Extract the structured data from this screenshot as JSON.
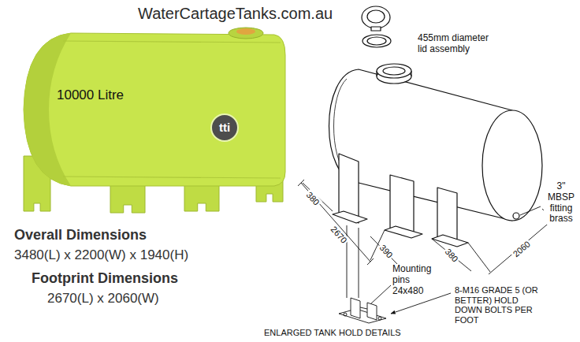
{
  "diagram": {
    "title": "WaterCartageTanks.com.au",
    "nodes": [
      {
        "text": [
          "10000 Litre"
        ]
      },
      {
        "text": [
          "tti"
        ],
        "in": 0
      }
    ],
    "labels": [
      "Overall Dimensions",
      "3480(L) x 2200(W) x 1940(H)",
      "Footprint Dimensions",
      "2670(L) x 2060(W)",
      "455mm diameter lid assembly",
      "3\" MBSP fitting brass",
      "380",
      "2670",
      "390",
      "380",
      "2060",
      "Mounting pins 24x480",
      "8-M16 GRADE 5 (OR BETTER) HOLD DOWN BOLTS PER FOOT",
      "ENLARGED TANK HOLD DETAILS"
    ]
  }
}
